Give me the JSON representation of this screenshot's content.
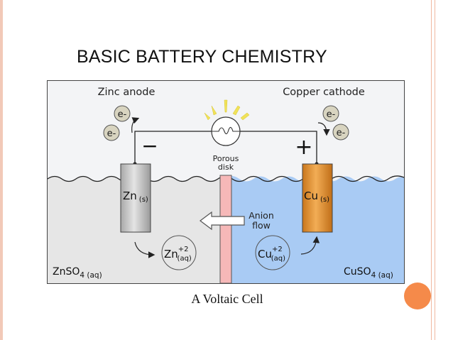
{
  "slide": {
    "title": "BASIC BATTERY CHEMISTRY",
    "caption": "A Voltaic Cell"
  },
  "diagram": {
    "anode_label": "Zinc anode",
    "cathode_label": "Copper cathode",
    "electron_label": "e-",
    "negative_sign": "−",
    "positive_sign": "+",
    "porous_disk_line1": "Porous",
    "porous_disk_line2": "disk",
    "zn_electrode": "Zn",
    "zn_electrode_sub": "(s)",
    "cu_electrode": "Cu",
    "cu_electrode_sub": "(s)",
    "anion_flow_line1": "Anion",
    "anion_flow_line2": "flow",
    "zn_ion": "Zn",
    "zn_ion_charge": "+2",
    "zn_ion_sub": "(aq)",
    "cu_ion": "Cu",
    "cu_ion_charge": "+2",
    "cu_ion_sub": "(aq)",
    "left_solution": "ZnSO",
    "left_solution_sub": "4 (aq)",
    "right_solution": "CuSO",
    "right_solution_sub": "4 (aq)"
  },
  "colors": {
    "left_solution": "#e6e6e6",
    "right_solution": "#a9cbf4",
    "zinc_electrode": "#c8c8c8",
    "copper_electrode": "#e69a3a",
    "porous_disk": "#f6b8b8",
    "electron_fill": "#d8d4c0",
    "bulb_rays": "#f0e25a",
    "accent": "#f58a4a"
  }
}
